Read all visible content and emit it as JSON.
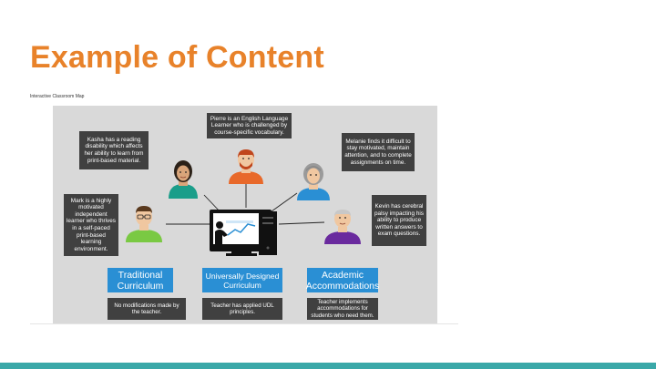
{
  "slide": {
    "title": "Example of Content",
    "caption": "Interactive Classroom Map"
  },
  "students": {
    "pierre": "Pierre is an English Language Learner who is challenged by course-specific vocabulary.",
    "kasha": "Kasha has a reading disability which affects her ability to learn from print-based material.",
    "melanie": "Melanie finds it difficult to stay motivated, maintain attention, and to complete assignments on time.",
    "mark": "Mark is a highly motivated independent learner who thrives in a self-paced print-based learning environment.",
    "kevin": "Kevin has cerebral palsy impacting his ability to produce written answers to exam questions."
  },
  "approaches": [
    {
      "label": "Traditional Curriculum",
      "desc": "No modifications made by the teacher."
    },
    {
      "label": "Universally Designed Curriculum",
      "desc": "Teacher has applied UDL principles."
    },
    {
      "label": "Academic Accommodations",
      "desc": "Teacher implements accommodations for students who need them."
    }
  ],
  "colors": {
    "title": "#e8822a",
    "accent_blue": "#2a8fd4",
    "note_bg": "#404040",
    "panel_bg": "#d9d9d9",
    "footer": "#3aa8a8"
  }
}
